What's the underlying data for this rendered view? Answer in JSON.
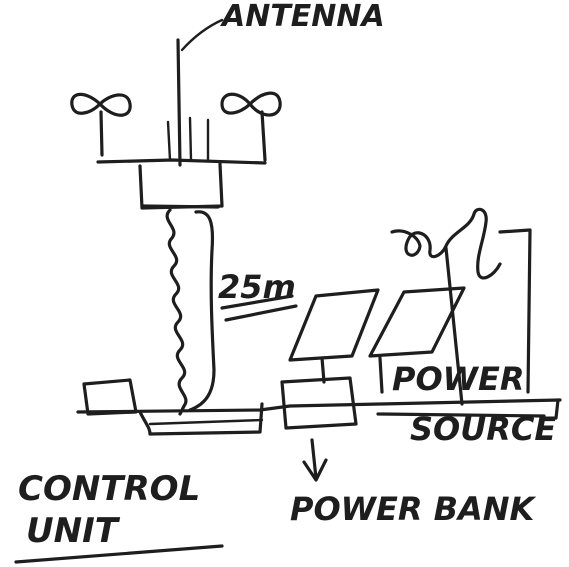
{
  "labels": {
    "antenna": "ANTENNA",
    "cable_length": "25m",
    "control_unit_line1": "CONTROL",
    "control_unit_line2": "UNIT",
    "power_source_line1": "POWER",
    "power_source_line2": "SOURCE",
    "power_bank": "POWER BANK"
  },
  "ink_color": "#1e1e1e",
  "background_color": "#ffffff"
}
